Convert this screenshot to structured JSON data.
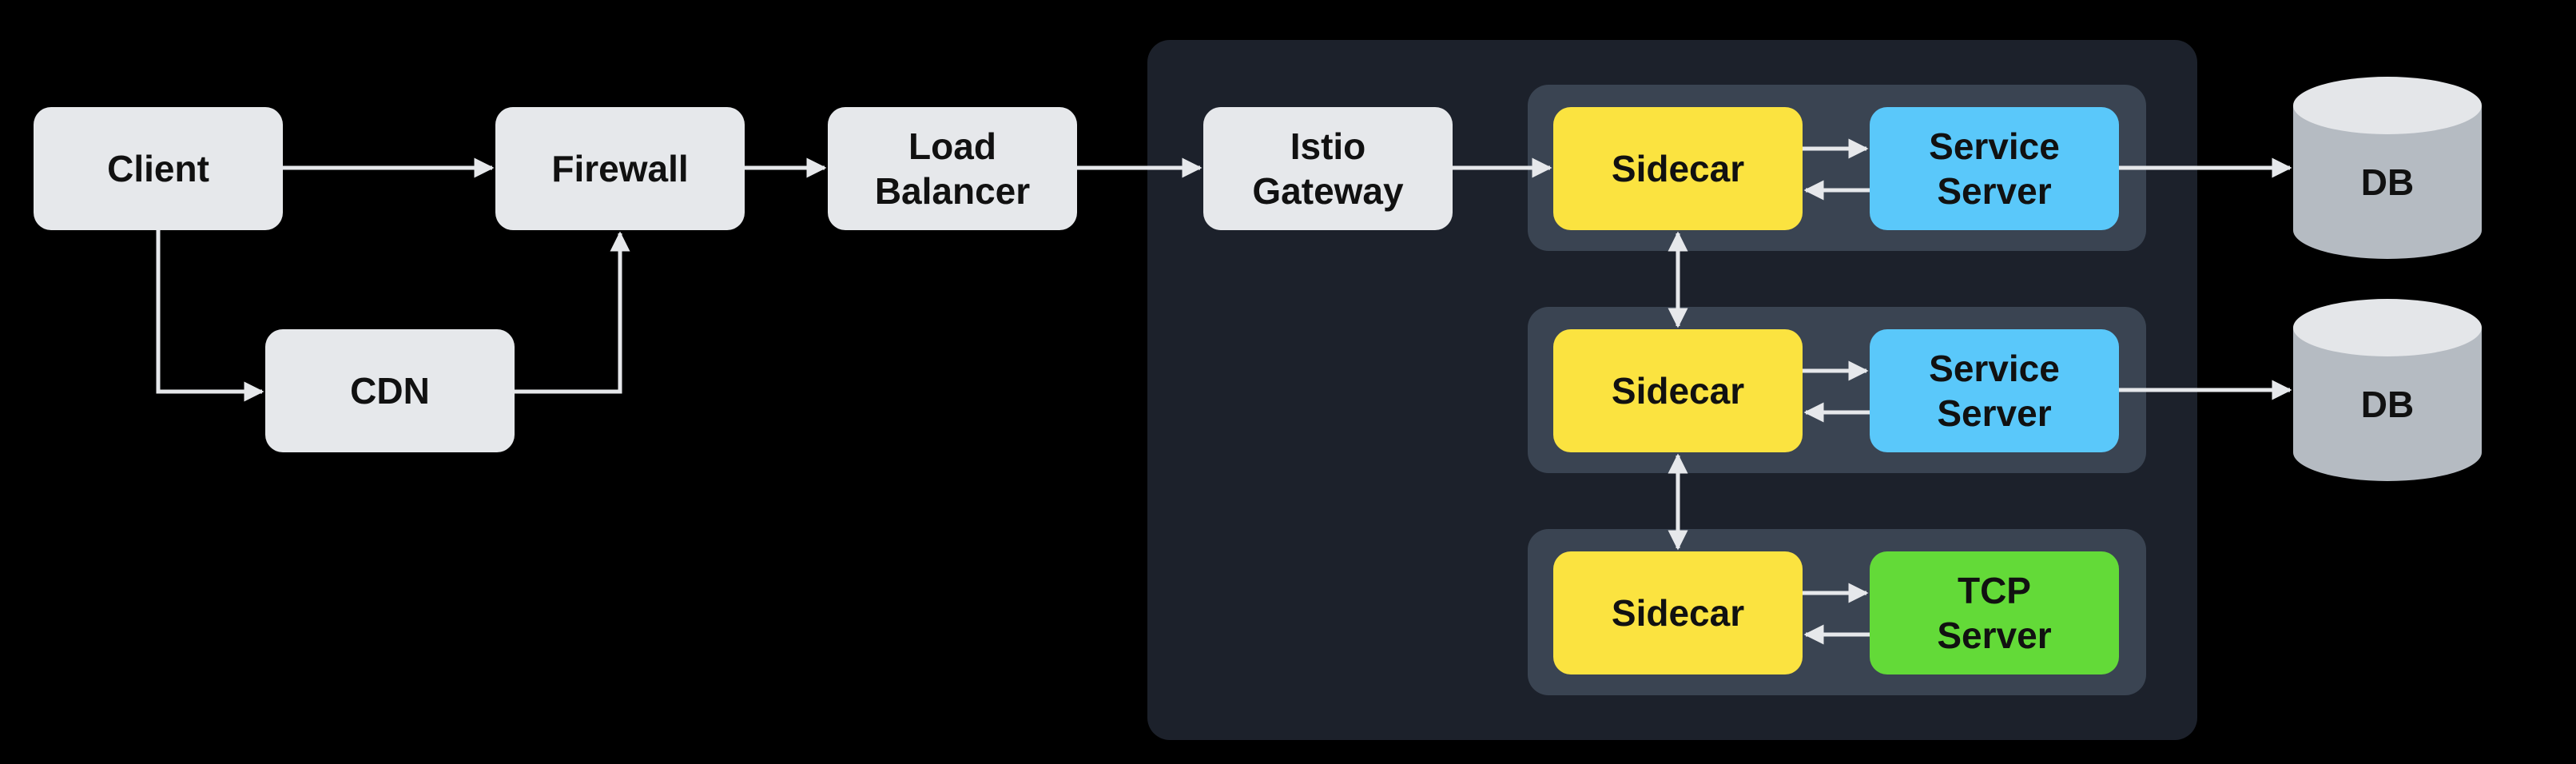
{
  "nodes": {
    "client": "Client",
    "firewall": "Firewall",
    "cdn": "CDN",
    "load_balancer": "Load\nBalancer",
    "istio_gateway": "Istio\nGateway",
    "sidecar_1": "Sidecar",
    "sidecar_2": "Sidecar",
    "sidecar_3": "Sidecar",
    "service_server_1": "Service\nServer",
    "service_server_2": "Service\nServer",
    "tcp_server": "TCP\nServer",
    "db_1": "DB",
    "db_2": "DB"
  },
  "colors": {
    "background": "#000000",
    "mesh": "#1c212b",
    "pod": "#3a4452",
    "gray_node": "#e6e8eb",
    "sidecar": "#fbe340",
    "service": "#5ac8fa",
    "tcp": "#63da38",
    "db_body": "#b5bbc2",
    "db_top": "#e4e6e9",
    "arrow": "#e6e8eb"
  },
  "edges": [
    {
      "from": "client",
      "to": "firewall"
    },
    {
      "from": "client",
      "to": "cdn"
    },
    {
      "from": "cdn",
      "to": "firewall"
    },
    {
      "from": "firewall",
      "to": "load_balancer"
    },
    {
      "from": "load_balancer",
      "to": "istio_gateway"
    },
    {
      "from": "istio_gateway",
      "to": "sidecar_1"
    },
    {
      "from": "sidecar_1",
      "to": "service_server_1",
      "bidirectional": true
    },
    {
      "from": "sidecar_2",
      "to": "service_server_2",
      "bidirectional": true
    },
    {
      "from": "sidecar_3",
      "to": "tcp_server",
      "bidirectional": true
    },
    {
      "from": "sidecar_1",
      "to": "sidecar_2",
      "bidirectional": true
    },
    {
      "from": "sidecar_2",
      "to": "sidecar_3",
      "bidirectional": true
    },
    {
      "from": "service_server_1",
      "to": "db_1"
    },
    {
      "from": "service_server_2",
      "to": "db_2"
    }
  ]
}
